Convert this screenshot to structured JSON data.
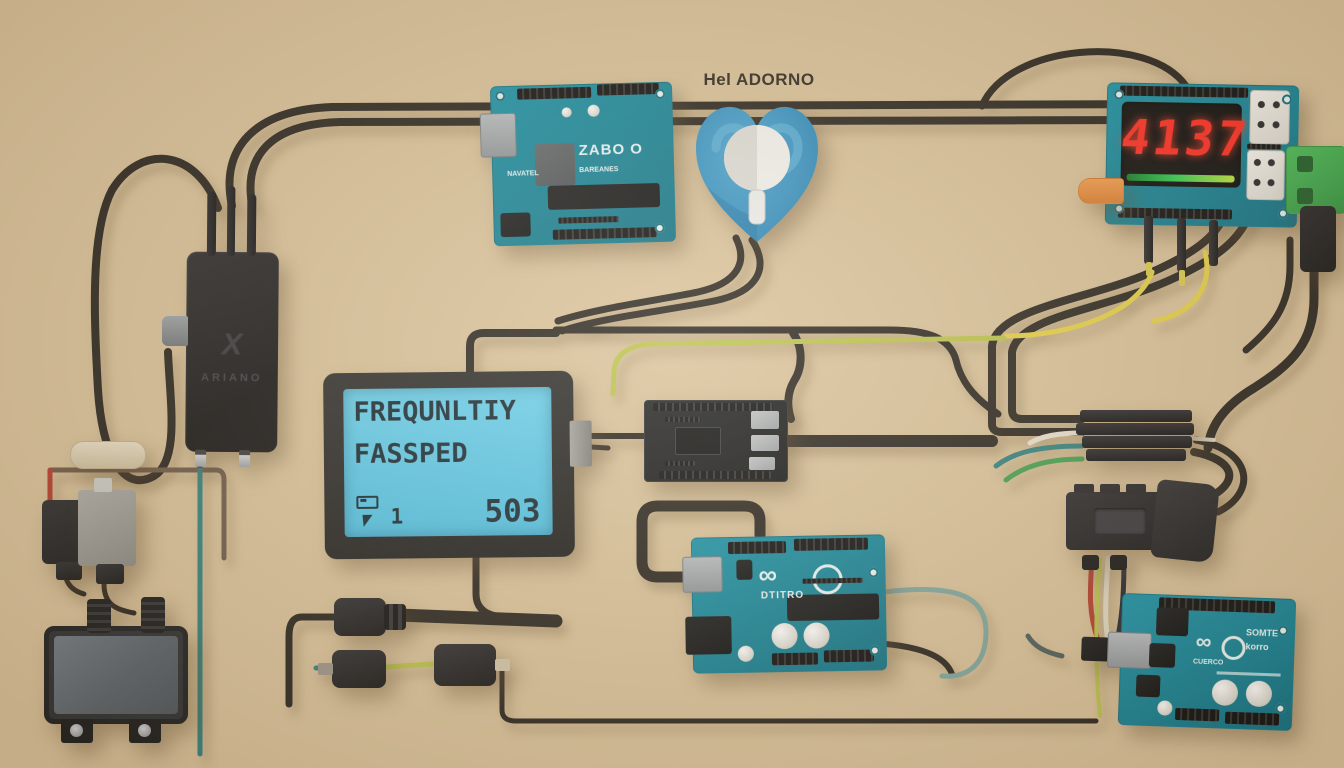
{
  "scene": {
    "description": "Illustration of Arduino electronics wired together on beige background",
    "background_color": "#d8c19a"
  },
  "pulse_sensor": {
    "caption": "Hel ADORNO"
  },
  "uno_top": {
    "brand": "ZABO O",
    "subtitle": "BAREANES",
    "side_label": "NAVATEL"
  },
  "seven_segment": {
    "value": "4137"
  },
  "power_adapter": {
    "logo": "X",
    "brand": "ARIANO"
  },
  "lcd": {
    "line1": "FREQUNLTIY",
    "line2": "FASSPED",
    "counter": "1",
    "reading": "503"
  },
  "uno_bottom": {
    "logo": "∞",
    "brand": "DTITRO"
  },
  "uno_right": {
    "logo": "∞",
    "line1": "SOMTE",
    "line2": "korro",
    "subtitle": "CUERCO"
  },
  "colors": {
    "board_teal": "#12859c",
    "heart_blue": "#2e8ec3",
    "lcd_screen": "#58c6e8",
    "seven_segment_red": "#ff2a22",
    "terminal_green": "#3cae4e",
    "wire_black": "#26221d",
    "wire_yellow": "#e3cf45",
    "wire_yellow_green": "#b9c24a",
    "wire_teal": "#2e7f7e",
    "wire_red": "#b23b2c",
    "wire_brown": "#6b5747",
    "wire_tan": "#cfc3a8"
  }
}
